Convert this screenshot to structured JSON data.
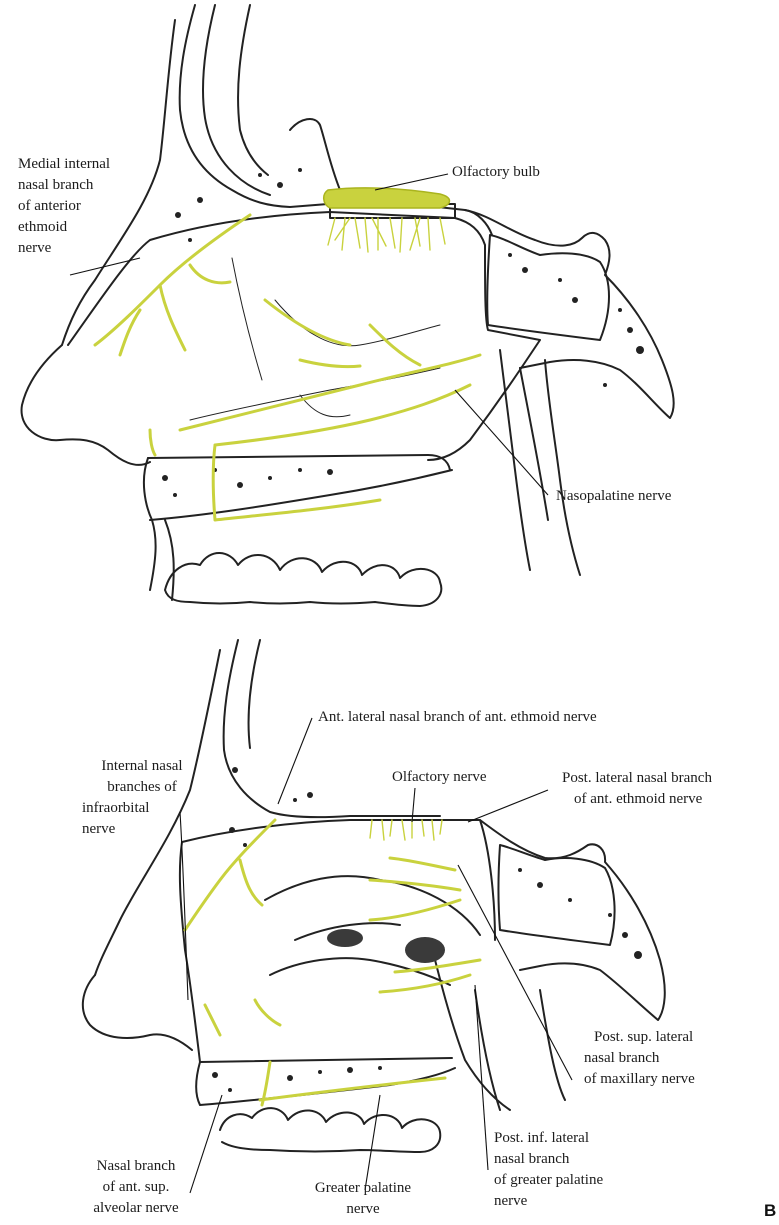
{
  "colors": {
    "nerve": "#c9d23e",
    "nerve_dark": "#aab41e",
    "line": "#222222",
    "background": "#ffffff"
  },
  "top_panel": {
    "labels": {
      "medial_internal": [
        "Medial internal",
        "nasal branch",
        "of anterior",
        "ethmoid",
        "nerve"
      ],
      "olfactory_bulb": "Olfactory bulb",
      "nasopalatine": "Nasopalatine nerve"
    }
  },
  "bottom_panel": {
    "labels": {
      "ant_lateral": "Ant. lateral nasal branch of ant. ethmoid nerve",
      "internal_nasal": [
        "Internal nasal",
        "branches of",
        "infraorbital",
        "nerve"
      ],
      "olfactory_nerve": "Olfactory nerve",
      "post_lateral": [
        "Post. lateral nasal branch",
        "of ant. ethmoid nerve"
      ],
      "post_sup_lateral": [
        "Post. sup. lateral",
        "nasal branch",
        "of maxillary nerve"
      ],
      "post_inf_lateral": [
        "Post. inf. lateral",
        "nasal branch",
        "of greater palatine",
        "nerve"
      ],
      "nasal_branch_asa": [
        "Nasal branch",
        "of ant. sup.",
        "alveolar nerve"
      ],
      "greater_palatine": [
        "Greater palatine",
        "nerve"
      ]
    }
  },
  "panel_letter": "B"
}
